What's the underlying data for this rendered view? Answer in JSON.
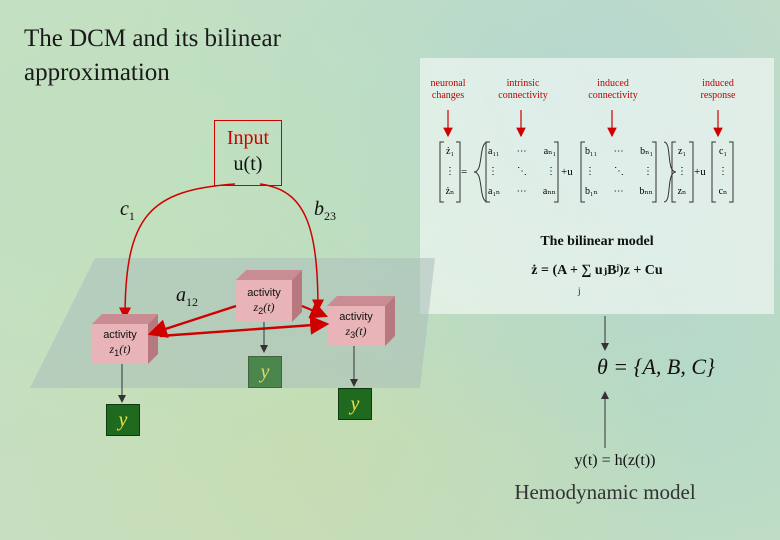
{
  "slide": {
    "title_line1": "The DCM and its bilinear",
    "title_line2": "approximation"
  },
  "input": {
    "label": "Input",
    "signal": "u(t)"
  },
  "coefficients": {
    "c": "c",
    "c_sub": "1",
    "a": "a",
    "a_sub": "12",
    "b": "b",
    "b_sub": "23"
  },
  "regions": [
    {
      "label": "activity",
      "var": "z",
      "sub": "1",
      "arg": "(t)"
    },
    {
      "label": "activity",
      "var": "z",
      "sub": "2",
      "arg": "(t)"
    },
    {
      "label": "activity",
      "var": "z",
      "sub": "3",
      "arg": "(t)"
    }
  ],
  "outputs": [
    "y",
    "y",
    "y"
  ],
  "model_panel": {
    "labels": [
      {
        "line1": "neuronal",
        "line2": "changes"
      },
      {
        "line1": "intrinsic",
        "line2": "connectivity"
      },
      {
        "line1": "induced",
        "line2": "connectivity"
      },
      {
        "line1": "induced",
        "line2": "response"
      }
    ],
    "equation_title": "The bilinear model",
    "matrix": {
      "lhs": [
        "ż₁",
        "⋮",
        "żₙ"
      ],
      "a_row1": [
        "a₁₁",
        "⋯",
        "aₙ₁"
      ],
      "a_row2": [
        "⋮",
        "⋱",
        "⋮"
      ],
      "a_row3": [
        "a₁ₙ",
        "⋯",
        "aₙₙ"
      ],
      "b_row1": [
        "b₁₁",
        "⋯",
        "bₙ₁"
      ],
      "b_row2": [
        "⋮",
        "⋱",
        "⋮"
      ],
      "b_row3": [
        "b₁ₙ",
        "⋯",
        "bₙₙ"
      ],
      "z": [
        "z₁",
        "⋮",
        "zₙ"
      ],
      "c": [
        "c₁",
        "⋮",
        "cₙ"
      ],
      "equals": "=",
      "plus_u": "+u",
      "plus_u2": "+u"
    },
    "bilinear_equation": "ż = (A + ∑ uⱼBʲ)z + Cu",
    "sum_index": "j"
  },
  "theta": "θ = {A, B, C}",
  "observation": "y(t) = h(z(t))",
  "hemodynamic_label": "Hemodynamic model",
  "colors": {
    "red": "#d00000",
    "box_front": "#e8b4b8",
    "box_top": "#c98c92",
    "box_side": "#b87880",
    "y_green": "#1f6a1f",
    "y_text": "#f0e040"
  }
}
